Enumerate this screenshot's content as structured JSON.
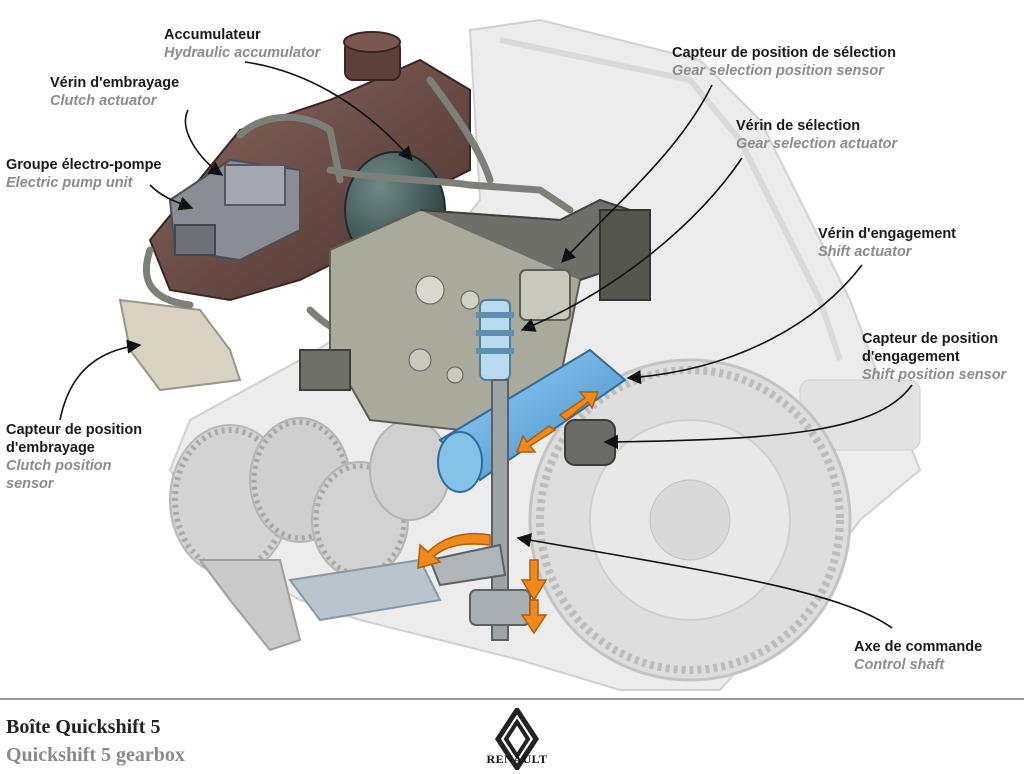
{
  "labels": {
    "accumulator": {
      "fr": "Accumulateur",
      "en": "Hydraulic accumulator"
    },
    "clutch_act": {
      "fr": "Vérin d'embrayage",
      "en": "Clutch actuator"
    },
    "pump": {
      "fr": "Groupe électro-pompe",
      "en": "Electric pump unit"
    },
    "clutch_sensor": {
      "fr": "Capteur de position\nd'embrayage",
      "en": "Clutch position\nsensor"
    },
    "sel_sensor": {
      "fr": "Capteur de position de sélection",
      "en": "Gear selection position sensor"
    },
    "sel_act": {
      "fr": "Vérin de sélection",
      "en": "Gear selection actuator"
    },
    "shift_act": {
      "fr": "Vérin d'engagement",
      "en": "Shift actuator"
    },
    "shift_sensor": {
      "fr": "Capteur de position\nd'engagement",
      "en": "Shift position sensor"
    },
    "control_shaft": {
      "fr": "Axe de commande",
      "en": "Control shaft"
    }
  },
  "footer": {
    "title": "Boîte Quickshift 5",
    "subtitle": "Quickshift 5 gearbox",
    "brand": "RENAULT"
  },
  "colors": {
    "housing": "#e6e6e6",
    "reservoir": "#6b4a44",
    "accumulator": "#3f5553",
    "metal": "#a7a79a",
    "actuator_blue": "#5aa8e0",
    "arrow_orange": "#f08a1e",
    "label_fr": "#1a1a1a",
    "label_en": "#8c8c8c"
  }
}
